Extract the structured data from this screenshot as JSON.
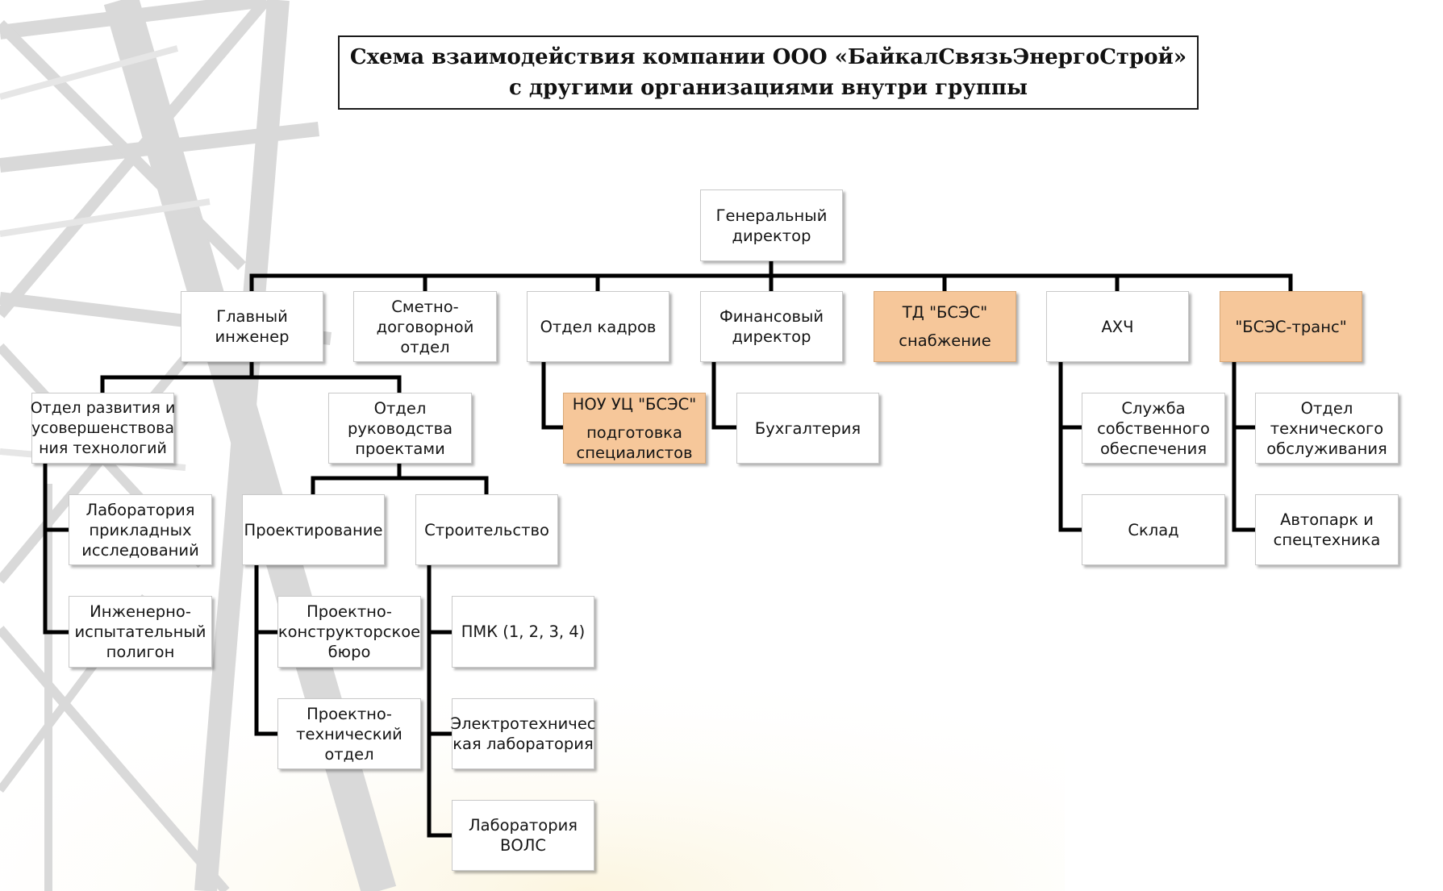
{
  "title": {
    "line1": "Схема взаимодействия компании ООО «БайкалСвязьЭнергоСтрой»",
    "line2": "с другими организациями внутри группы"
  },
  "colors": {
    "accent": "#f6c79a",
    "line": "#000000",
    "box_border": "#c9c9c9"
  },
  "nodes": {
    "general_director": {
      "line1": "Генеральный",
      "line2": "директор"
    },
    "chief_engineer": {
      "line1": "Главный",
      "line2": "инженер"
    },
    "estimate_department": {
      "line1": "Сметно-",
      "line2": "договорной",
      "line3": "отдел"
    },
    "hr_department": {
      "line1": "Отдел кадров"
    },
    "financial_director": {
      "line1": "Финансовый",
      "line2": "директор"
    },
    "td_bses": {
      "line1": "ТД \"БСЭС\"",
      "line2": "снабжение"
    },
    "ahch": {
      "line1": "АХЧ"
    },
    "bses_trans": {
      "line1": "\"БСЭС-транс\""
    },
    "tech_development": {
      "line1": "Отдел развития и",
      "line2": "усовершенствова",
      "line3": "ния технологий"
    },
    "project_management": {
      "line1": "Отдел",
      "line2": "руководства",
      "line3": "проектами"
    },
    "nou_uc": {
      "line1": "НОУ УЦ \"БСЭС\"",
      "line2": "подготовка",
      "line3": "специалистов"
    },
    "accounting": {
      "line1": "Бухгалтерия"
    },
    "own_support": {
      "line1": "Служба",
      "line2": "собственного",
      "line3": "обеспечения"
    },
    "warehouse": {
      "line1": "Склад"
    },
    "tech_service": {
      "line1": "Отдел",
      "line2": "технического",
      "line3": "обслуживания"
    },
    "autopark": {
      "line1": "Автопарк и",
      "line2": "спецтехника"
    },
    "applied_lab": {
      "line1": "Лаборатория",
      "line2": "прикладных",
      "line3": "исследований"
    },
    "test_ground": {
      "line1": "Инженерно-",
      "line2": "испытательный",
      "line3": "полигон"
    },
    "design": {
      "line1": "Проектирование"
    },
    "construction": {
      "line1": "Строительство"
    },
    "design_bureau": {
      "line1": "Проектно-",
      "line2": "конструкторское",
      "line3": "бюро"
    },
    "tech_department": {
      "line1": "Проектно-",
      "line2": "технический",
      "line3": "отдел"
    },
    "pmk": {
      "line1": "ПМК (1, 2, 3, 4)"
    },
    "electrotech_lab": {
      "line1": "Электротехничес",
      "line2": "кая лаборатория"
    },
    "fiber_lab": {
      "line1": "Лаборатория",
      "line2": "ВОЛС"
    }
  }
}
